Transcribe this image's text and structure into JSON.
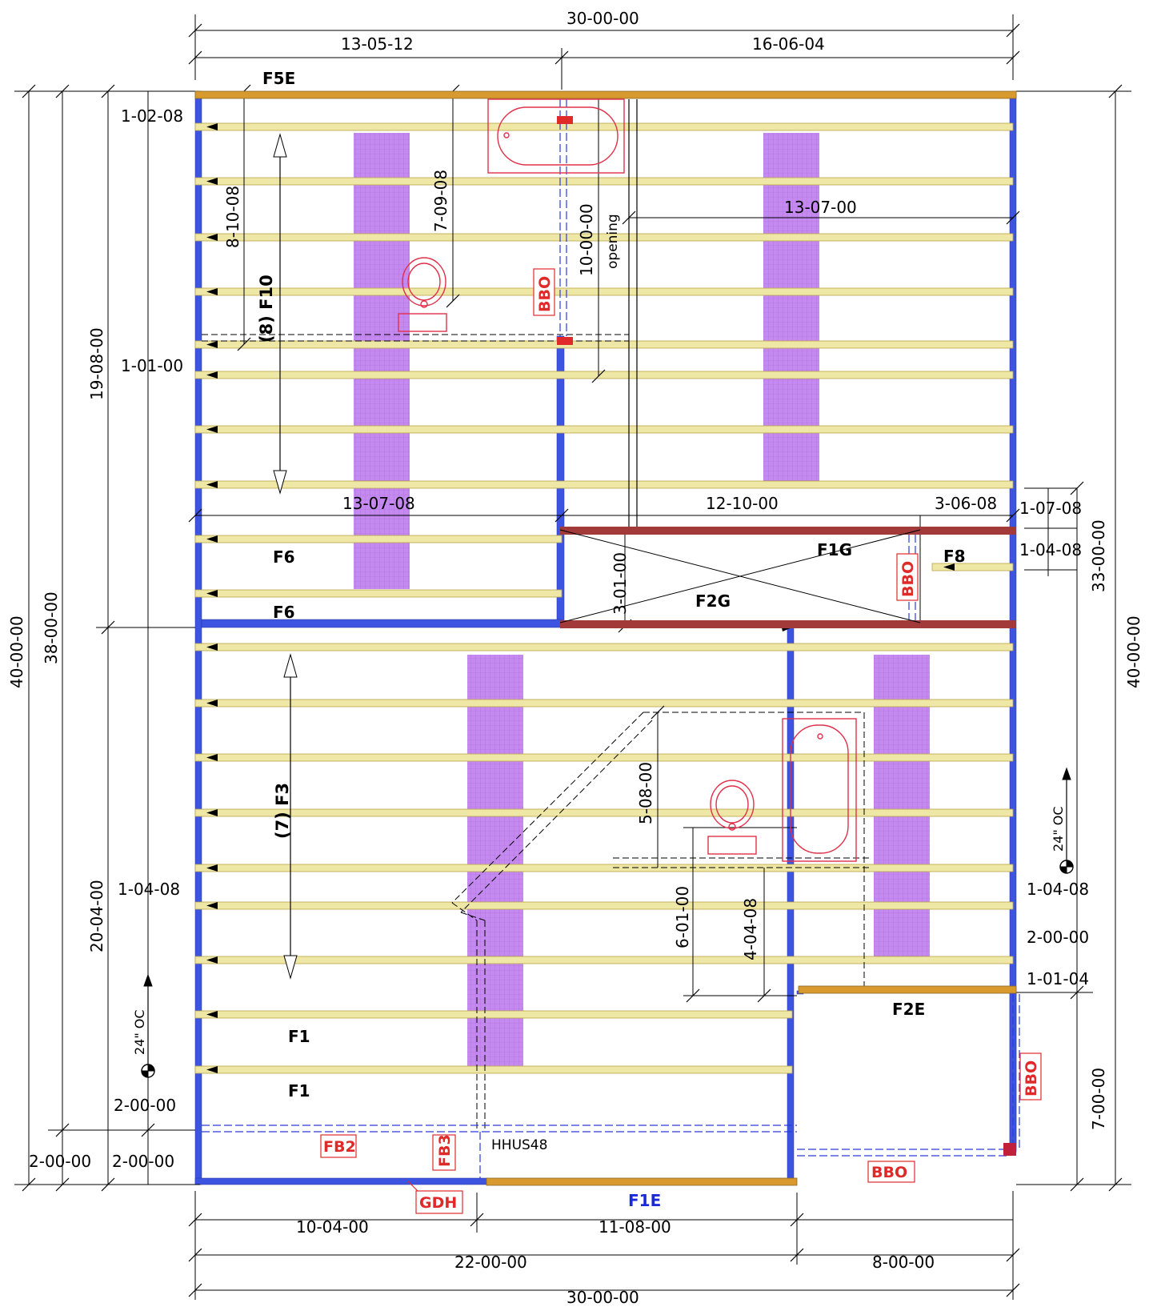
{
  "colors": {
    "joist_fill": "#efe7a6",
    "joist_stroke": "#b8a64a",
    "rim_fill": "#d89a2e",
    "girder_fill": "#a33a3a",
    "wall_blue": "#3d54e0",
    "purple": "#c58af0",
    "fixture_red": "#e0304a",
    "note_red": "#e02a2a",
    "dim_line": "#000000"
  },
  "dimensions": {
    "top_overall": "30-00-00",
    "top_left": "13-05-12",
    "top_right": "16-06-04",
    "left_outer": "40-00-00",
    "left_mid": "38-00-00",
    "left_upper": "19-08-00",
    "left_lower": "20-04-00",
    "left_bottom_a": "2-00-00",
    "left_bottom_b": "2-00-00",
    "left_bottom_c": "2-00-00",
    "left_top_spacing": "1-02-08",
    "left_spacing_2": "1-01-00",
    "left_spacing_3": "1-04-08",
    "right_outer": "40-00-00",
    "right_upper": "33-00-00",
    "right_lower": "7-00-00",
    "right_spacing_1": "1-07-08",
    "right_spacing_2": "1-04-08",
    "right_spacing_3": "1-04-08",
    "right_spacing_4": "2-00-00",
    "right_spacing_5": "1-01-04",
    "bottom_left": "10-04-00",
    "bottom_mid": "11-08-00",
    "bottom_22": "22-00-00",
    "bottom_8": "8-00-00",
    "bottom_overall": "30-00-00",
    "span_f10": "8-10-08",
    "span_toilet": "7-09-08",
    "opening_len": "10-00-00",
    "opening_label": "opening",
    "inner_13_07_00": "13-07-00",
    "inner_13_07_08": "13-07-08",
    "inner_12_10_00": "12-10-00",
    "inner_3_06_08": "3-06-08",
    "inner_3_01_00": "3-01-00",
    "inner_5_08_00": "5-08-00",
    "inner_6_01_00": "6-01-00",
    "inner_4_04_08": "4-04-08"
  },
  "labels": {
    "f5e": "F5E",
    "f10": "(8) F10",
    "f6_a": "F6",
    "f6_b": "F6",
    "f1g": "F1G",
    "f2g": "F2G",
    "f8": "F8",
    "f3": "(7) F3",
    "f1_a": "F1",
    "f1_b": "F1",
    "f2e": "F2E",
    "f1e": "F1E",
    "hhus48": "HHUS48",
    "oc_left": "24\" OC",
    "oc_right": "24\" OC"
  },
  "notes": {
    "bbo_1": "BBO",
    "bbo_2": "BBO",
    "bbo_3": "BBO",
    "bbo_4": "BBO",
    "fb2": "FB2",
    "fb3": "FB3",
    "gdh": "GDH"
  }
}
